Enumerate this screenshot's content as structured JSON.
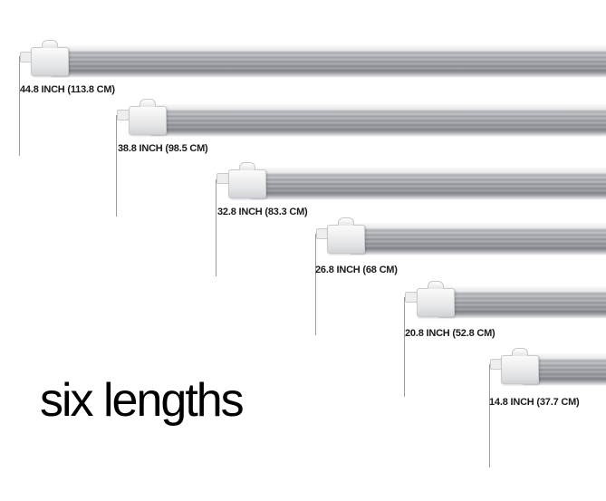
{
  "headline": "six lengths",
  "tubes": [
    {
      "label": "44.8 INCH (113.8 CM)"
    },
    {
      "label": "38.8 INCH (98.5 CM)"
    },
    {
      "label": "32.8 INCH (83.3 CM)"
    },
    {
      "label": "26.8 INCH (68 CM)"
    },
    {
      "label": "20.8 INCH (52.8 CM)"
    },
    {
      "label": "14.8 INCH (37.7 CM)"
    }
  ],
  "colors": {
    "background": "#ffffff",
    "tube_metal": "#9c9fa3",
    "endcap": "#e6e7e9",
    "text": "#000000"
  }
}
